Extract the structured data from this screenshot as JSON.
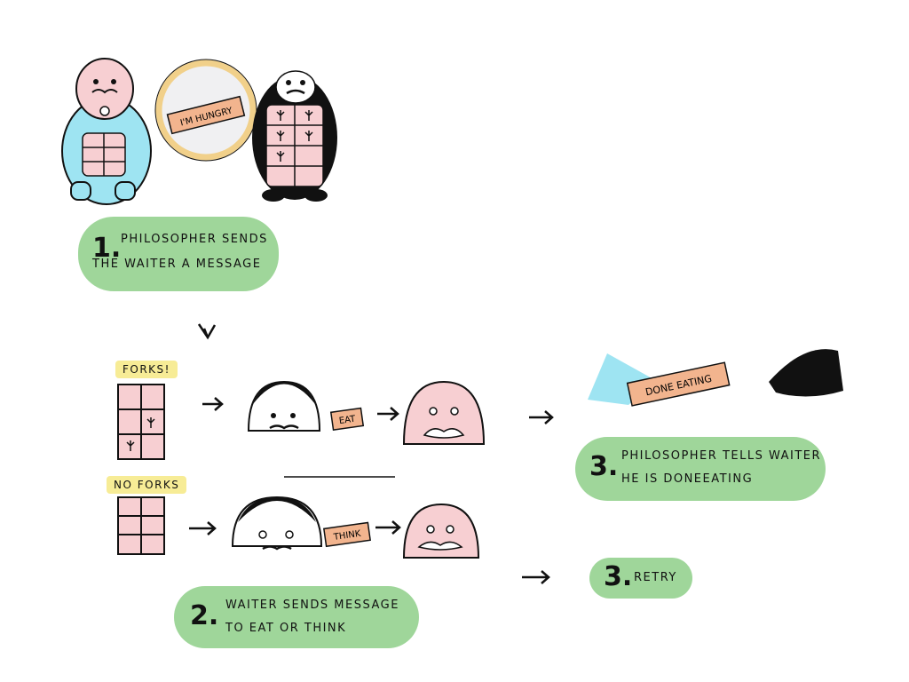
{
  "steps": {
    "step1": {
      "number": "1.",
      "line1": "PHILOSOPHER SENDS",
      "line2": "THE WAITER A MESSAGE"
    },
    "step2": {
      "number": "2.",
      "line1": "WAITER SENDS MESSAGE",
      "line2": "TO EAT OR THINK"
    },
    "step3_done": {
      "number": "3.",
      "line1": "PHILOSOPHER TELLS WAITER",
      "line2": "HE IS DONEEATING"
    },
    "step3_retry": {
      "number": "3.",
      "line1": "RETRY"
    }
  },
  "tags": {
    "forks": "FORKS!",
    "no_forks": "NO FORKS"
  },
  "notes": {
    "hungry": "I'M HUNGRY",
    "eat": "EAT",
    "think": "THINK",
    "done_eating": "DONE EATING"
  },
  "colors": {
    "pill_green": "#9fd69a",
    "tag_yellow": "#f7ec96",
    "philosopher_blue": "#9ee4f2",
    "skin_pink": "#f7cfd2",
    "note_orange": "#f2b48e",
    "mirror_ring": "#f1d08a"
  }
}
